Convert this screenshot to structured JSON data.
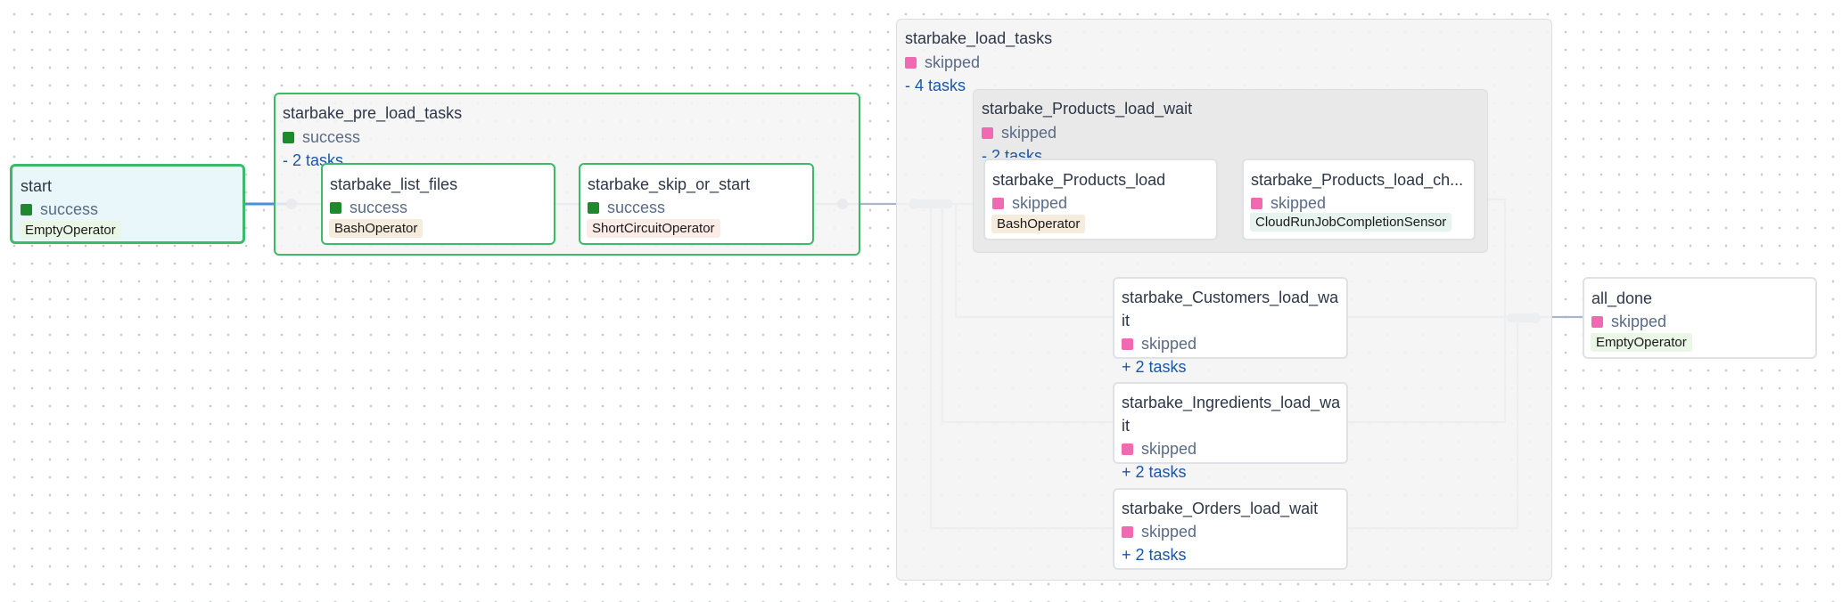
{
  "groups": {
    "pre_load": {
      "title": "starbake_pre_load_tasks",
      "status": "success",
      "tasks": "- 2 tasks"
    },
    "load": {
      "title": "starbake_load_tasks",
      "status": "skipped",
      "tasks": "- 4 tasks"
    },
    "products_wait": {
      "title": "starbake_Products_load_wait",
      "status": "skipped",
      "tasks": "- 2 tasks"
    }
  },
  "nodes": {
    "start": {
      "title": "start",
      "status": "success",
      "operator": "EmptyOperator"
    },
    "list_files": {
      "title": "starbake_list_files",
      "status": "success",
      "operator": "BashOperator"
    },
    "skip_or_start": {
      "title": "starbake_skip_or_start",
      "status": "success",
      "operator": "ShortCircuitOperator"
    },
    "products_load": {
      "title": "starbake_Products_load",
      "status": "skipped",
      "operator": "BashOperator"
    },
    "products_load_check": {
      "title": "starbake_Products_load_ch...",
      "status": "skipped",
      "operator": "CloudRunJobCompletionSensor"
    },
    "customers_wait": {
      "title": "starbake_Customers_load_wait",
      "status": "skipped",
      "tasks": "+ 2 tasks"
    },
    "ingredients_wait": {
      "title": "starbake_Ingredients_load_wait",
      "status": "skipped",
      "tasks": "+ 2 tasks"
    },
    "orders_wait": {
      "title": "starbake_Orders_load_wait",
      "status": "skipped",
      "tasks": "+ 2 tasks"
    },
    "all_done": {
      "title": "all_done",
      "status": "skipped",
      "operator": "EmptyOperator"
    }
  },
  "colors": {
    "success": "#1f8a2c",
    "skipped": "#f06ab1",
    "edge": "#a3b1c6",
    "edge_active": "#4a90d9",
    "link": "#1a56a8"
  }
}
